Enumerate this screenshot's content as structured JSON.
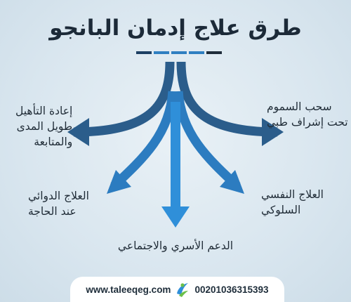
{
  "title": "طرق علاج إدمان البانجو",
  "title_rule_colors": [
    "#1c3f63",
    "#2f7fc1",
    "#2f7fc1",
    "#2f7fc1",
    "#1e2c3a"
  ],
  "methods": {
    "top_left": [
      "إعادة التأهيل",
      "طويل المدى",
      "والمتابعة"
    ],
    "top_right": [
      "سحب السموم",
      "تحت إشراف طبي"
    ],
    "mid_left": [
      "العلاج الدوائي",
      "عند الحاجة"
    ],
    "mid_right": [
      "العلاج النفسي",
      "السلوكي"
    ],
    "bottom": "الدعم الأسري والاجتماعي"
  },
  "arrow_colors": {
    "outer": "#2b5d8b",
    "inner": "#2c7cc0",
    "center": "#2f8fd9"
  },
  "footer": {
    "website": "www.taleeqeg.com",
    "phone": "00201036315393",
    "logo_icon": "taleeq-logo-icon"
  }
}
